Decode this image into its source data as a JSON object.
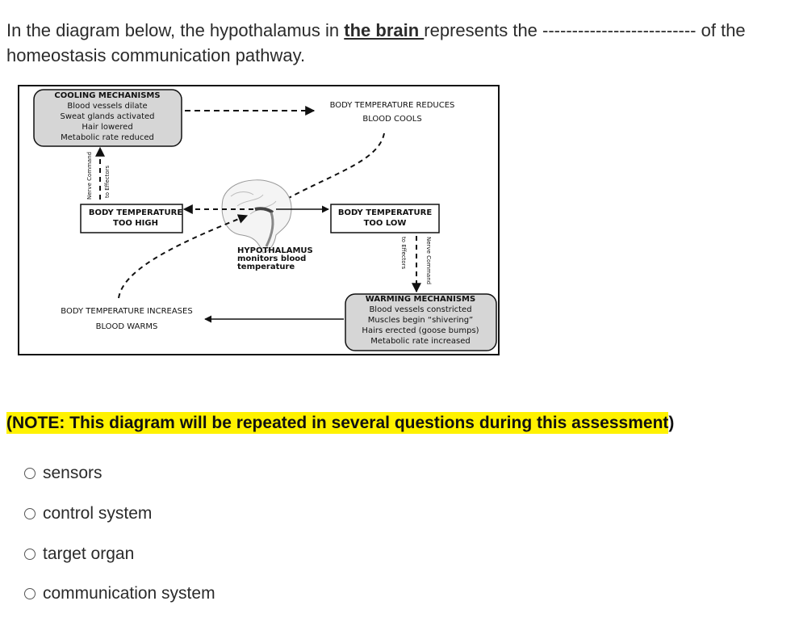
{
  "question": {
    "text_before": "In the diagram below, the hypothalamus in ",
    "bold_text": "the brain ",
    "text_after": "represents the -------------------------- of the homeostasis communication pathway."
  },
  "diagram": {
    "cooling": {
      "title": "COOLING MECHANISMS",
      "lines": [
        "Blood vessels dilate",
        "Sweat glands activated",
        "Hair lowered",
        "Metabolic rate reduced"
      ]
    },
    "reduces": {
      "line1": "BODY TEMPERATURE REDUCES",
      "line2": "BLOOD COOLS"
    },
    "too_high": {
      "line1": "BODY TEMPERATURE",
      "line2": "TOO HIGH"
    },
    "too_low": {
      "line1": "BODY TEMPERATURE",
      "line2": "TOO LOW"
    },
    "nerve_left": {
      "line1": "Nerve Command",
      "line2": "to Effectors"
    },
    "nerve_right": {
      "line1": "Nerve Command",
      "line2": "to Effectors"
    },
    "hypothalamus": {
      "line1": "HYPOTHALAMUS",
      "line2": "monitors blood",
      "line3": "temperature"
    },
    "increases": {
      "line1": "BODY TEMPERATURE INCREASES",
      "line2": "BLOOD WARMS"
    },
    "warming": {
      "title": "WARMING MECHANISMS",
      "lines": [
        "Blood vessels constricted",
        "Muscles begin “shivering”",
        "Hairs erected (goose bumps)",
        "Metabolic rate increased"
      ]
    }
  },
  "note": {
    "open": "(",
    "text": "NOTE: This diagram will be repeated in several questions during this assessment",
    "close": ")"
  },
  "options": [
    "sensors",
    "control system",
    "target organ",
    "communication system"
  ]
}
